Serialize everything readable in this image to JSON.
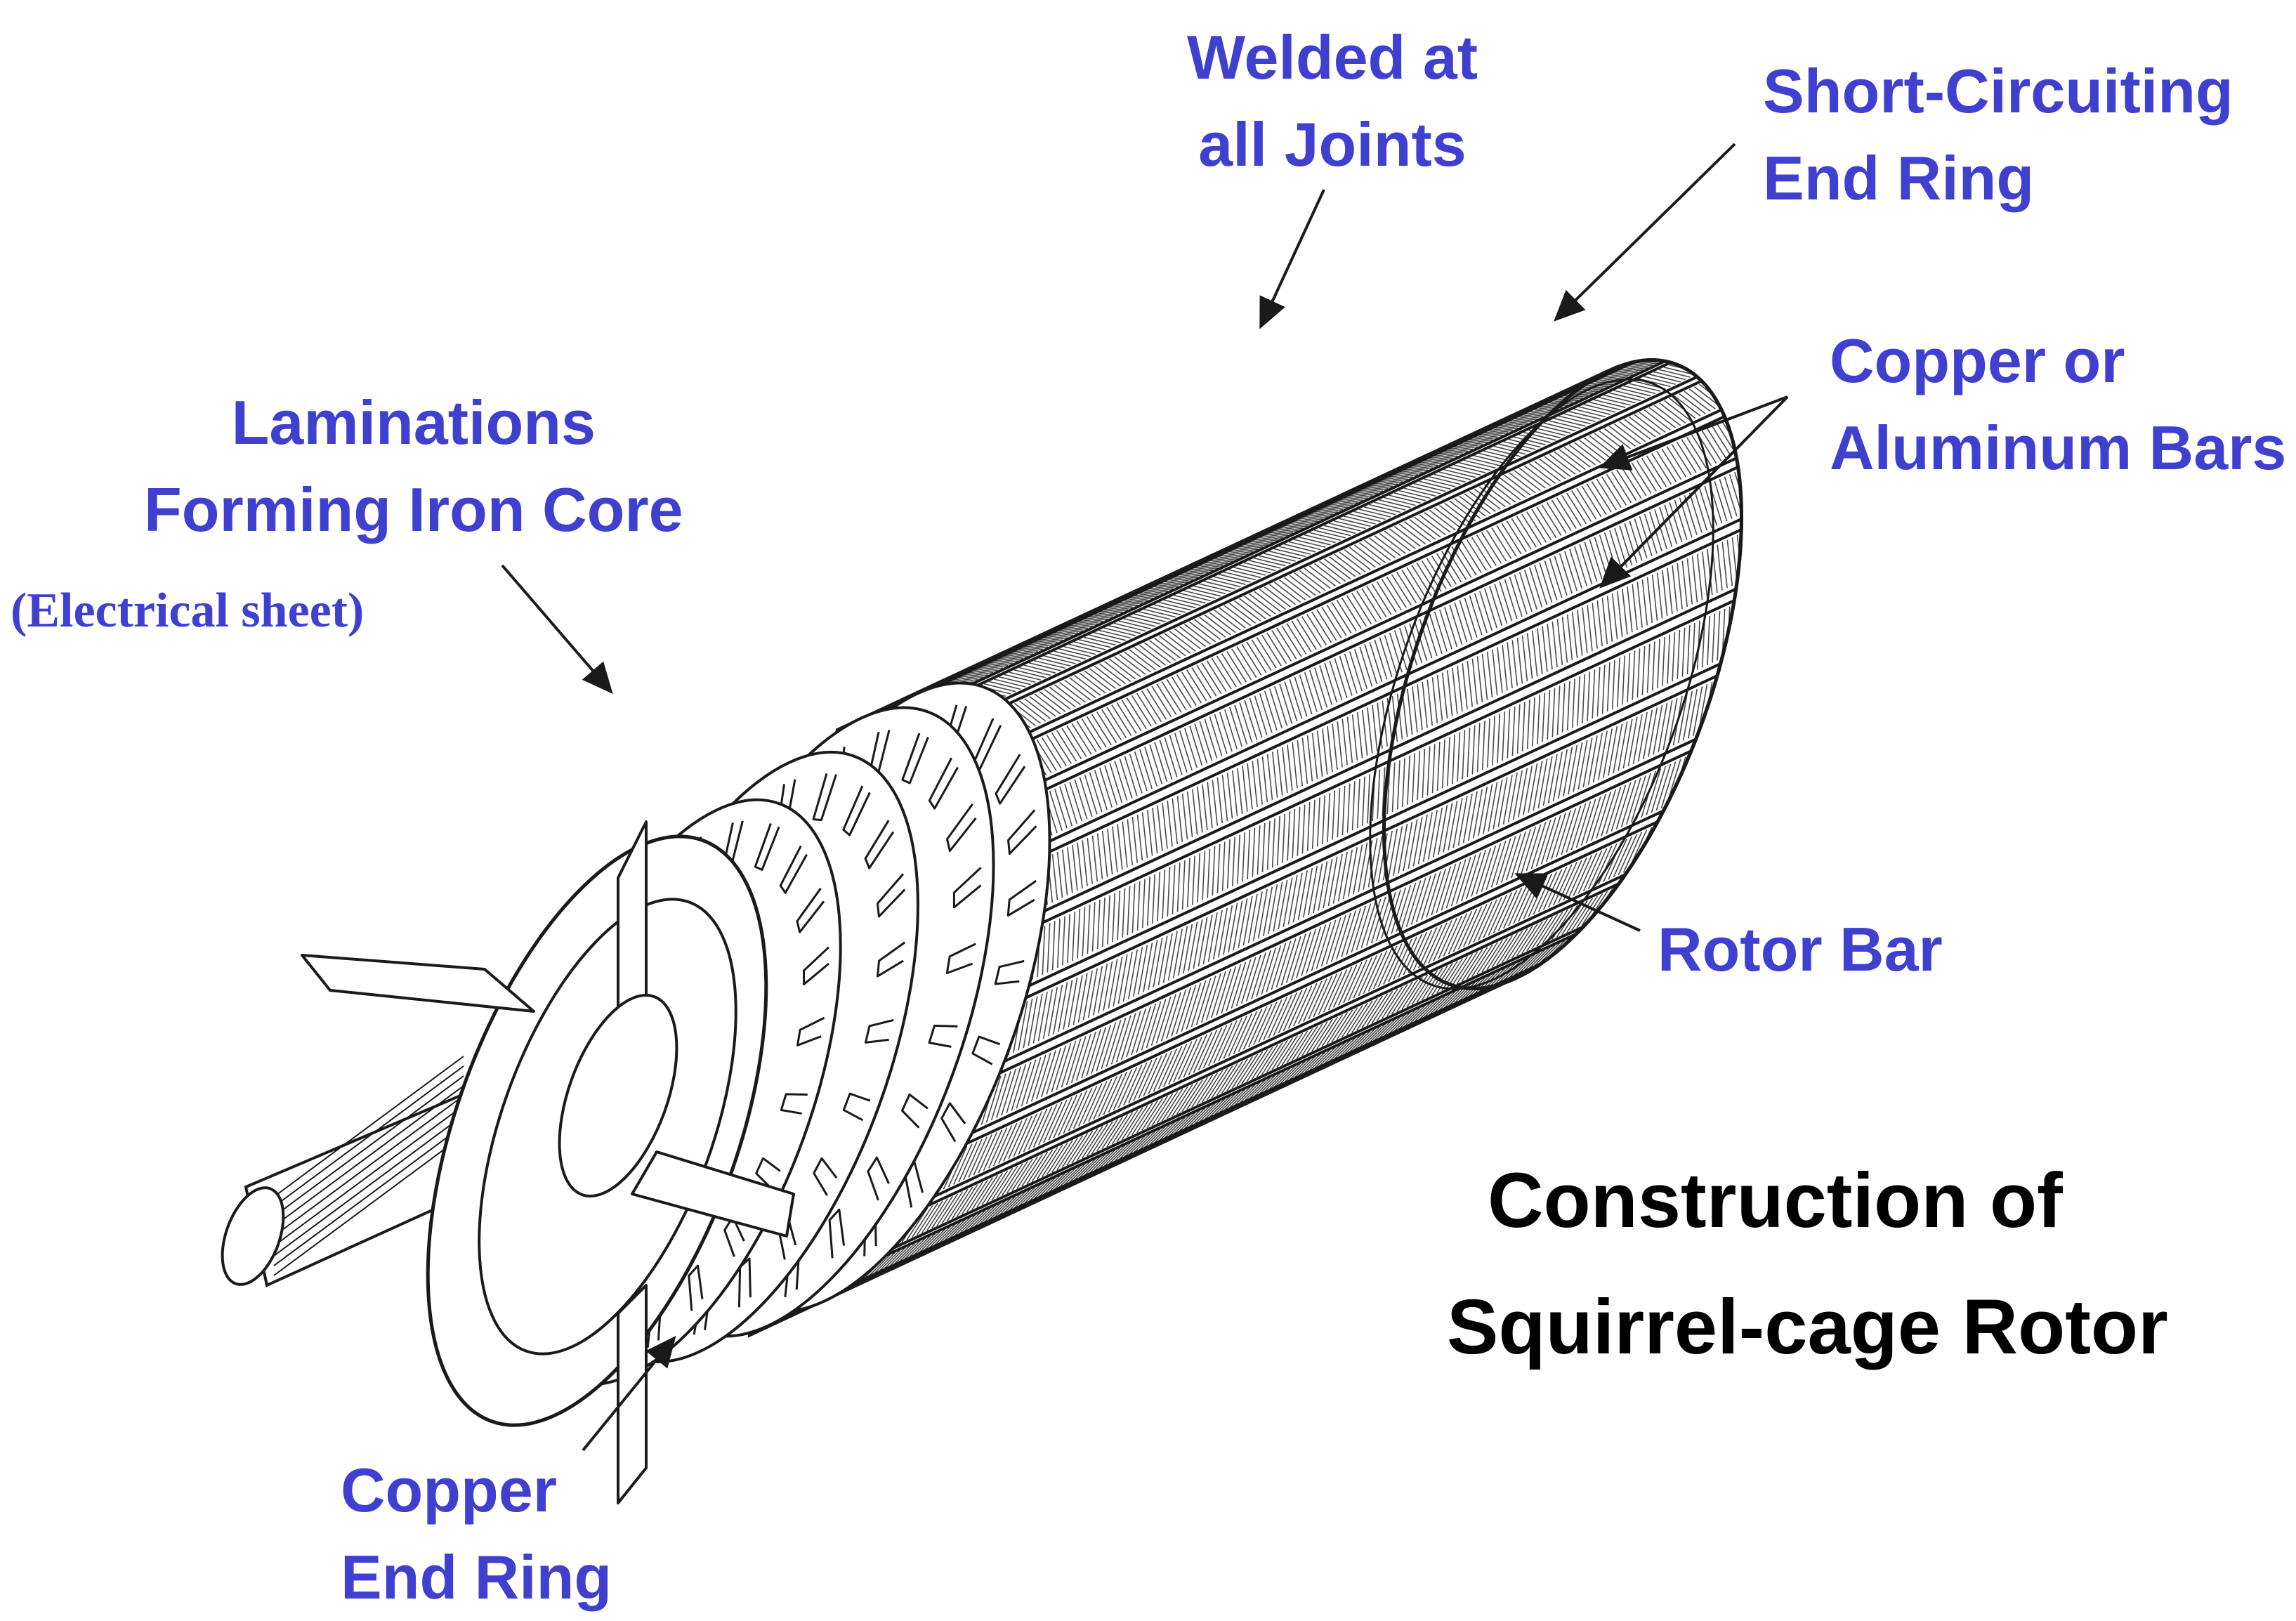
{
  "colors": {
    "label": "#3f3fd0",
    "drawing": "#1a1a1a",
    "title": "#000000"
  },
  "labels": {
    "welded": [
      "Welded at",
      "all Joints"
    ],
    "short_circuiting": [
      "Short-Circuiting",
      "End Ring"
    ],
    "copper_aluminum": [
      "Copper or",
      "Aluminum Bars"
    ],
    "laminations": [
      "Laminations",
      "Forming Iron Core"
    ],
    "electrical_sheet": "(Electrical sheet)",
    "rotor_bar": "Rotor Bar",
    "copper_end_ring": [
      "Copper",
      "End Ring"
    ]
  },
  "title": [
    "Construction of",
    "Squirrel-cage Rotor"
  ]
}
